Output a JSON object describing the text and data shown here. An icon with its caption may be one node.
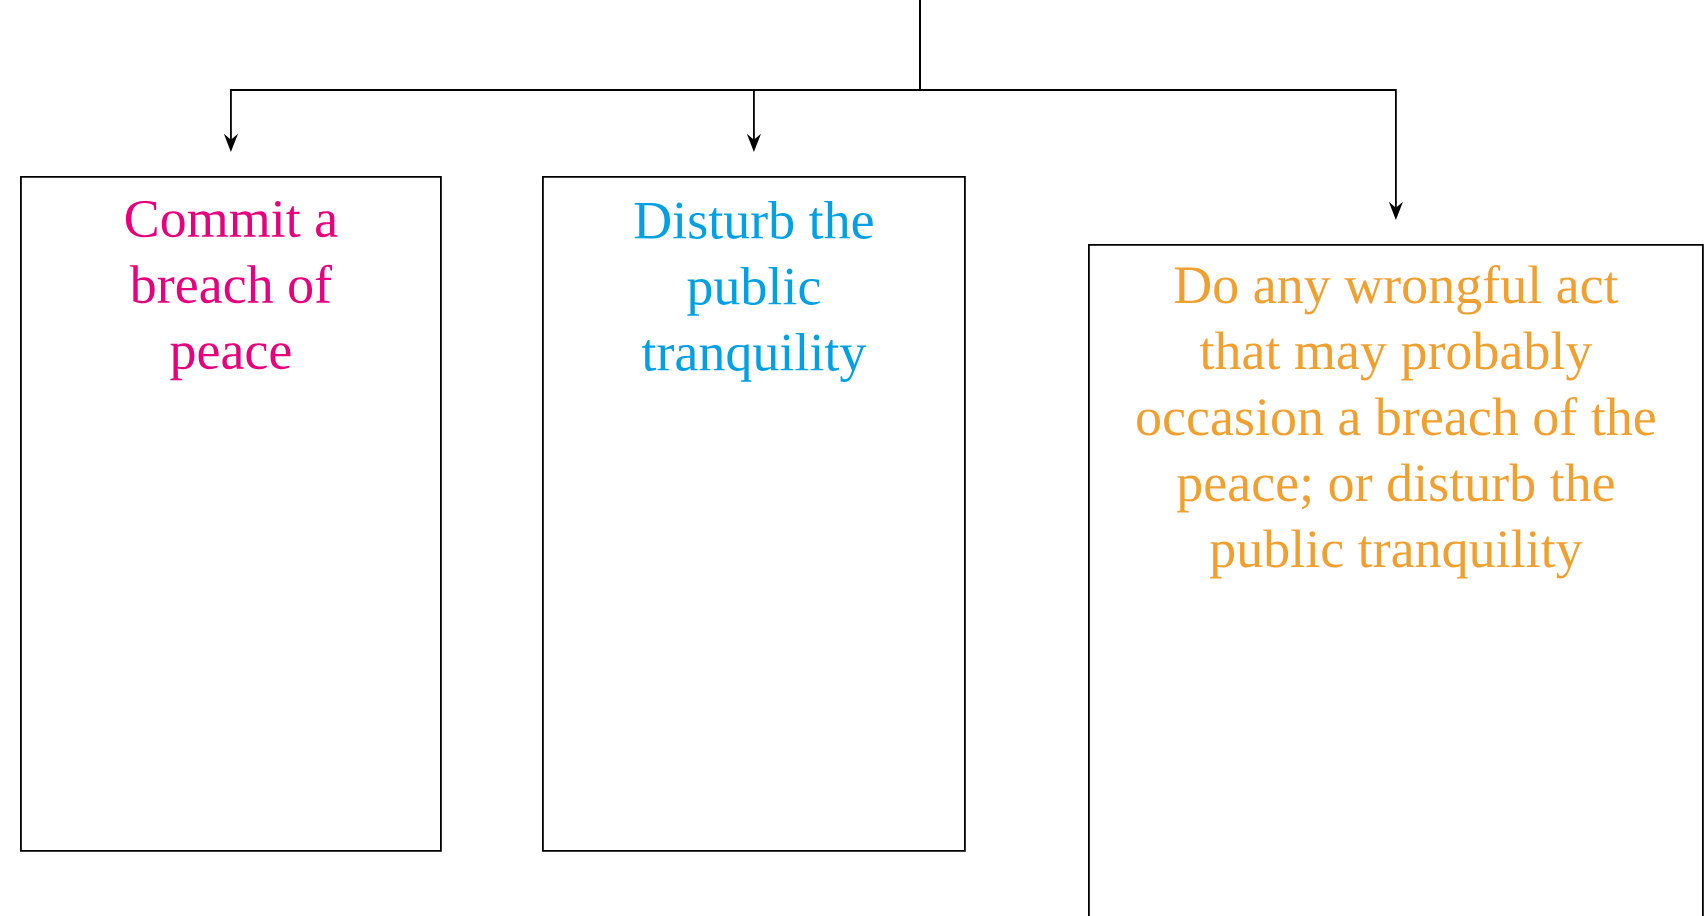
{
  "diagram": {
    "nodes": [
      {
        "text": [
          "Commit a breach of peace"
        ]
      },
      {
        "text": [
          "Disturb the public tranquility"
        ]
      },
      {
        "text": [
          "Do any wrongful act that may probably occasion a breach of the peace; or disturb the public tranquility"
        ]
      }
    ],
    "edges": [
      {
        "from": null,
        "to": 0,
        "arrow": "to"
      },
      {
        "from": null,
        "to": 1,
        "arrow": "to"
      },
      {
        "from": null,
        "to": 2,
        "arrow": "to"
      }
    ]
  }
}
